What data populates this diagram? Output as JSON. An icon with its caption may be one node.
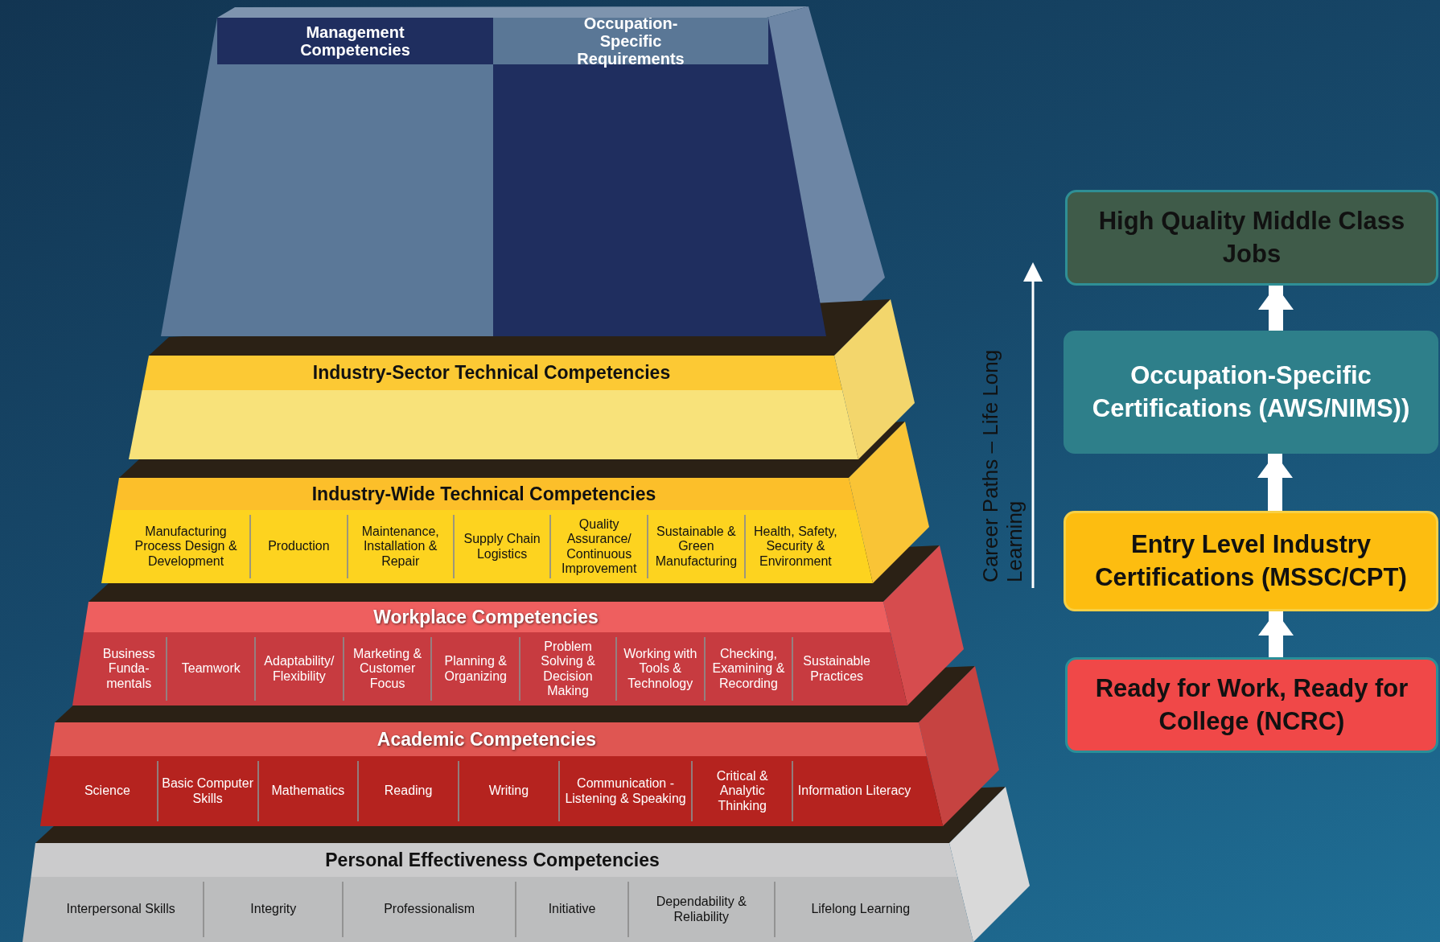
{
  "diagram": {
    "nodes": [
      {
        "text": [
          "Management Competencies"
        ]
      },
      {
        "text": [
          "Occupation-Specific Requirements"
        ]
      },
      {
        "text": [
          "Industry-Sector Technical Competencies"
        ]
      },
      {
        "text": [
          "Industry-Wide Technical Competencies"
        ]
      },
      {
        "text": [
          "Manufacturing Process Design & Development"
        ],
        "in": 3
      },
      {
        "text": [
          "Production"
        ],
        "in": 3
      },
      {
        "text": [
          "Maintenance, Installation & Repair"
        ],
        "in": 3
      },
      {
        "text": [
          "Supply Chain Logistics"
        ],
        "in": 3
      },
      {
        "text": [
          "Quality Assurance/ Continuous Improvement"
        ],
        "in": 3
      },
      {
        "text": [
          "Sustainable & Green Manufacturing"
        ],
        "in": 3
      },
      {
        "text": [
          "Health, Safety, Security & Environment"
        ],
        "in": 3
      },
      {
        "text": [
          "Workplace Competencies"
        ]
      },
      {
        "text": [
          "Business Funda- mentals"
        ],
        "in": 11
      },
      {
        "text": [
          "Teamwork"
        ],
        "in": 11
      },
      {
        "text": [
          "Adaptability/ Flexibility"
        ],
        "in": 11
      },
      {
        "text": [
          "Marketing & Customer Focus"
        ],
        "in": 11
      },
      {
        "text": [
          "Planning & Organizing"
        ],
        "in": 11
      },
      {
        "text": [
          "Problem Solving & Decision Making"
        ],
        "in": 11
      },
      {
        "text": [
          "Working with Tools & Technology"
        ],
        "in": 11
      },
      {
        "text": [
          "Checking, Examining & Recording"
        ],
        "in": 11
      },
      {
        "text": [
          "Sustainable Practices"
        ],
        "in": 11
      },
      {
        "text": [
          "Academic Competencies"
        ]
      },
      {
        "text": [
          "Science"
        ],
        "in": 21
      },
      {
        "text": [
          "Basic Computer Skills"
        ],
        "in": 21
      },
      {
        "text": [
          "Mathematics"
        ],
        "in": 21
      },
      {
        "text": [
          "Reading"
        ],
        "in": 21
      },
      {
        "text": [
          "Writing"
        ],
        "in": 21
      },
      {
        "text": [
          "Communication - Listening & Speaking"
        ],
        "in": 21
      },
      {
        "text": [
          "Critical & Analytic Thinking"
        ],
        "in": 21
      },
      {
        "text": [
          "Information Literacy"
        ],
        "in": 21
      },
      {
        "text": [
          "Personal Effectiveness Competencies"
        ]
      },
      {
        "text": [
          "Interpersonal Skills"
        ],
        "in": 30
      },
      {
        "text": [
          "Integrity"
        ],
        "in": 30
      },
      {
        "text": [
          "Professionalism"
        ],
        "in": 30
      },
      {
        "text": [
          "Initiative"
        ],
        "in": 30
      },
      {
        "text": [
          "Dependability & Reliability"
        ],
        "in": 30
      },
      {
        "text": [
          "Lifelong Learning"
        ],
        "in": 30
      },
      {
        "text": [
          "Ready for Work, Ready for College (NCRC)"
        ]
      },
      {
        "text": [
          "Entry Level Industry Certifications (MSSC/CPT)"
        ]
      },
      {
        "text": [
          "Occupation-Specific Certifications (AWS/NIMS))"
        ]
      },
      {
        "text": [
          "High Quality Middle Class Jobs"
        ]
      }
    ],
    "edges": [
      {
        "from": 37,
        "to": 38,
        "arrow": "to"
      },
      {
        "from": 38,
        "to": 39,
        "arrow": "to"
      },
      {
        "from": 39,
        "to": 40,
        "arrow": "to"
      }
    ],
    "labels": [
      "Career Paths – Life Long Learning"
    ]
  }
}
